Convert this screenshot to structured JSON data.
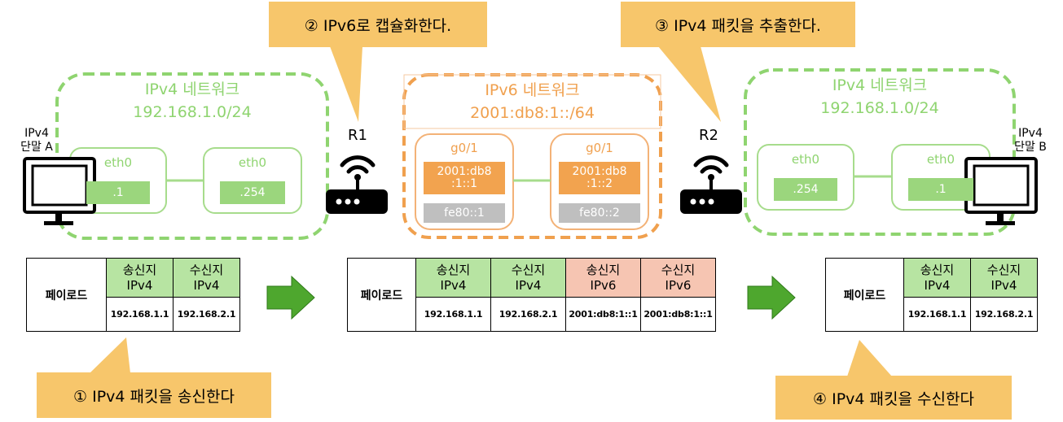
{
  "callouts": {
    "step2": "② IPv6로 캡슐화한다.",
    "step3": "③ IPv4 패킷을 추출한다.",
    "step1": "① IPv4 패킷을 송신한다",
    "step4": "④ IPv4 패킷을 수신한다"
  },
  "networks": {
    "left": {
      "title": "IPv4 네트워크",
      "prefix": "192.168.1.0/24"
    },
    "center": {
      "title": "IPv6 네트워크",
      "prefix": "2001:db8:1::/64"
    },
    "right": {
      "title": "IPv4 네트워크",
      "prefix": "192.168.1.0/24"
    }
  },
  "interfaces": {
    "left_a": {
      "name": "eth0",
      "addr": ".1"
    },
    "left_b": {
      "name": "eth0",
      "addr": ".254"
    },
    "center_r1": {
      "name": "g0/1",
      "addr_line1": "2001:db8",
      "addr_line2": ":1::1",
      "link_local": "fe80::1"
    },
    "center_r2": {
      "name": "g0/1",
      "addr_line1": "2001:db8",
      "addr_line2": ":1::2",
      "link_local": "fe80::2"
    },
    "right_a": {
      "name": "eth0",
      "addr": ".254"
    },
    "right_b": {
      "name": "eth0",
      "addr": ".1"
    }
  },
  "routers": {
    "r1": "R1",
    "r2": "R2"
  },
  "terminals": {
    "a": {
      "line1": "IPv4",
      "line2": "단말 A"
    },
    "b": {
      "line1": "IPv4",
      "line2": "단말 B"
    }
  },
  "packets": {
    "left": {
      "payload": "페이로드",
      "headers": [
        {
          "line1": "송신지",
          "line2": "IPv4",
          "value": "192.168.1.1"
        },
        {
          "line1": "수신지",
          "line2": "IPv4",
          "value": "192.168.2.1"
        }
      ]
    },
    "center": {
      "payload": "페이로드",
      "headers": [
        {
          "line1": "송신지",
          "line2": "IPv4",
          "value": "192.168.1.1"
        },
        {
          "line1": "수신지",
          "line2": "IPv4",
          "value": "192.168.2.1"
        },
        {
          "line1": "송신지",
          "line2": "IPv6",
          "value": "2001:db8:1::1"
        },
        {
          "line1": "수신지",
          "line2": "IPv6",
          "value": "2001:db8:1::1"
        }
      ]
    },
    "right": {
      "payload": "페이로드",
      "headers": [
        {
          "line1": "송신지",
          "line2": "IPv4",
          "value": "192.168.1.1"
        },
        {
          "line1": "수신지",
          "line2": "IPv4",
          "value": "192.168.2.1"
        }
      ]
    }
  },
  "colors": {
    "ipv4_network": "#8fd470",
    "ipv6_network": "#f0a04e",
    "callout": "#f7c66b",
    "arrow": "#4ea72e",
    "header_ipv4": "#b7e4a2",
    "header_ipv6": "#f6c5b2"
  }
}
